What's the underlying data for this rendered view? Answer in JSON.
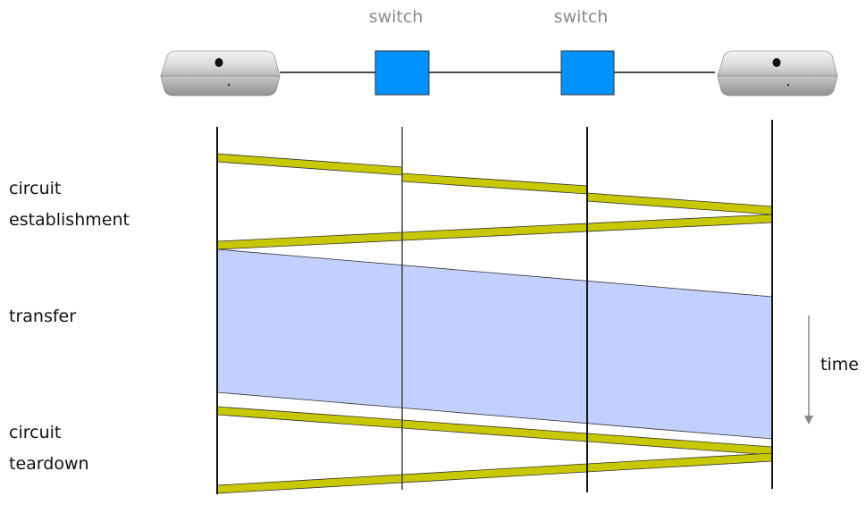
{
  "switches": [
    "switch",
    "switch"
  ],
  "phases": {
    "establishment": [
      "circuit",
      "establishment"
    ],
    "transfer": "transfer",
    "teardown": [
      "circuit",
      "teardown"
    ]
  },
  "time_label": "time",
  "colors": {
    "switch_fill": "#0093ff",
    "message_fill": "#c8c800",
    "transfer_fill": "#c3cfff",
    "switch_label": "#8a8a8a",
    "time_arrow": "#8a8a8a"
  },
  "icons": [
    "mac-mini-icon",
    "mac-mini-icon"
  ]
}
